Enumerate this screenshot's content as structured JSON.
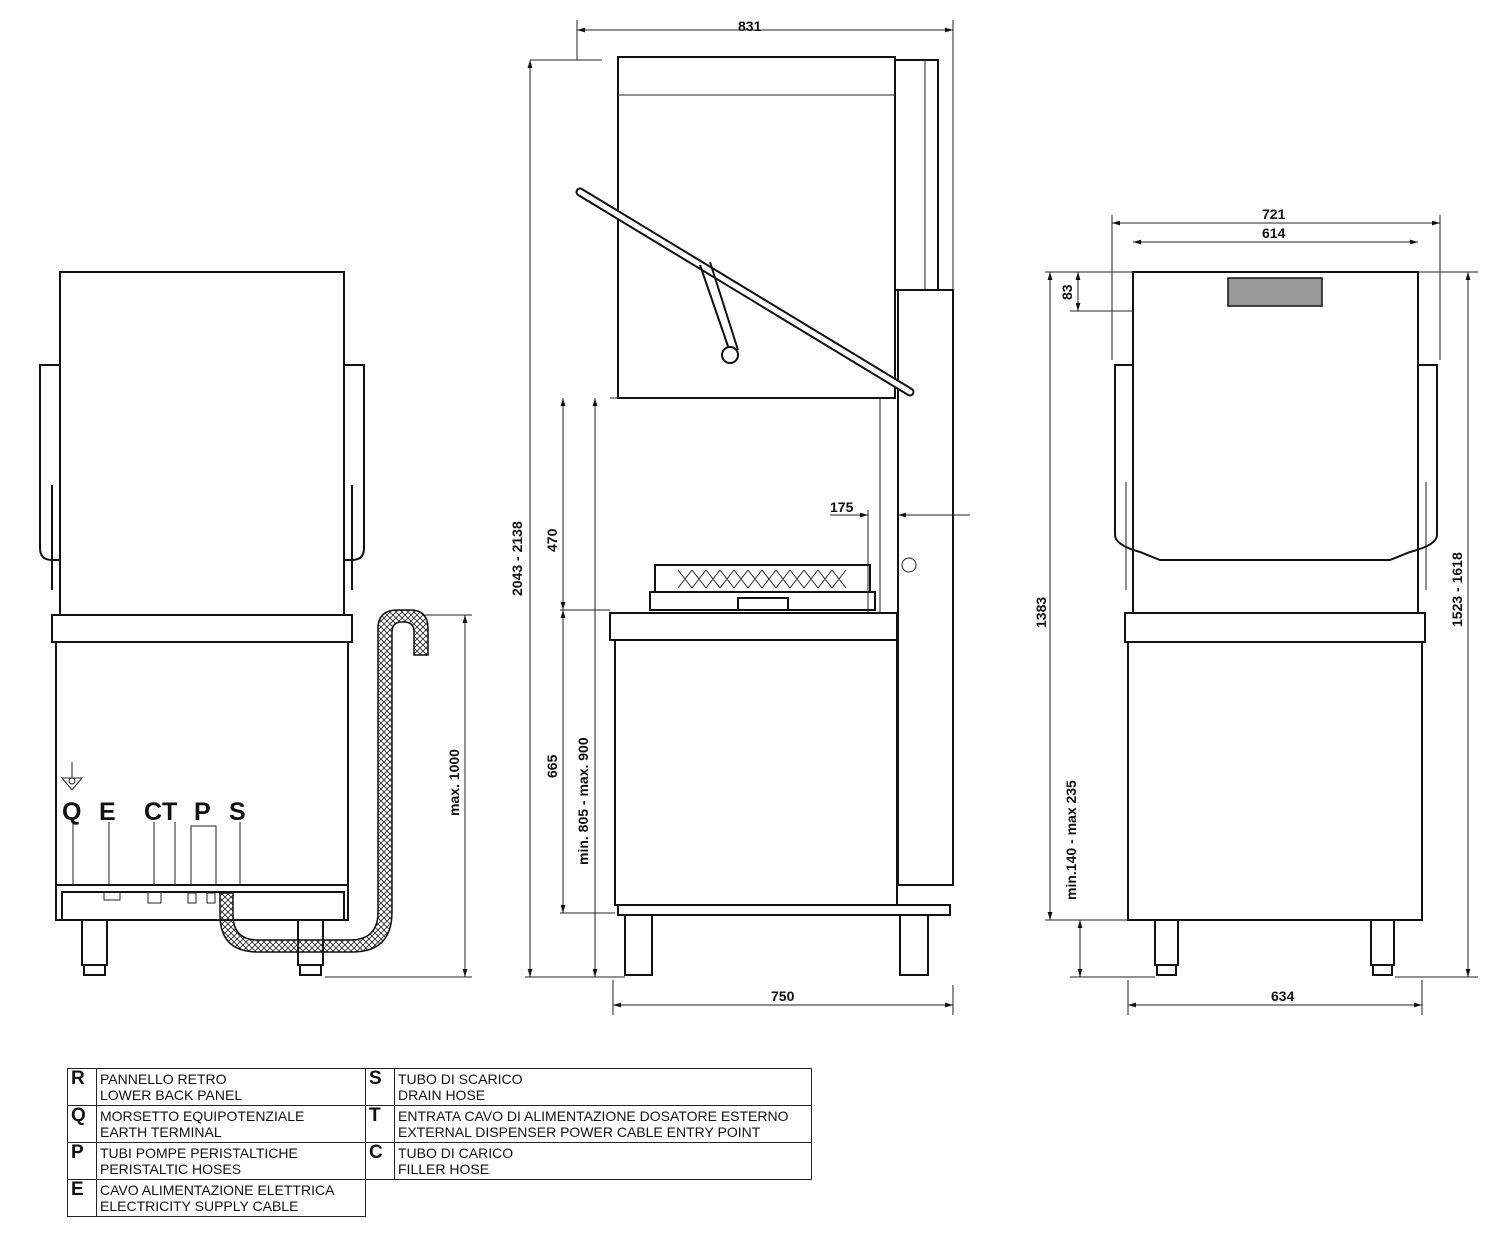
{
  "dimensions": {
    "back_height_max": "max. 1000",
    "side_width_top": "831",
    "side_total_height": "2043 - 2138",
    "side_opening": "470",
    "side_counter": "665",
    "side_height_range": "min. 805 - max. 900",
    "side_offset": "175",
    "side_depth": "750",
    "front_width_outer": "721",
    "front_width_inner": "614",
    "front_top_band": "83",
    "front_height": "1383",
    "front_feet": "min.140 - max 235",
    "front_total_height": "1523 - 1618",
    "front_width_base": "634"
  },
  "callouts": [
    "Q",
    "E",
    "CT",
    "P",
    "S"
  ],
  "legend": [
    {
      "key": "R",
      "it": "PANNELLO RETRO",
      "en": "LOWER BACK PANEL"
    },
    {
      "key": "S",
      "it": "TUBO DI SCARICO",
      "en": "DRAIN HOSE"
    },
    {
      "key": "Q",
      "it": "MORSETTO EQUIPOTENZIALE",
      "en": "EARTH TERMINAL"
    },
    {
      "key": "T",
      "it": "ENTRATA CAVO DI ALIMENTAZIONE DOSATORE ESTERNO",
      "en": "EXTERNAL DISPENSER POWER CABLE ENTRY POINT"
    },
    {
      "key": "P",
      "it": "TUBI POMPE PERISTALTICHE",
      "en": "PERISTALTIC HOSES"
    },
    {
      "key": "C",
      "it": "TUBO DI CARICO",
      "en": "FILLER HOSE"
    },
    {
      "key": "E",
      "it": "CAVO ALIMENTAZIONE ELETTRICA",
      "en": "ELECTRICITY SUPPLY CABLE"
    }
  ]
}
